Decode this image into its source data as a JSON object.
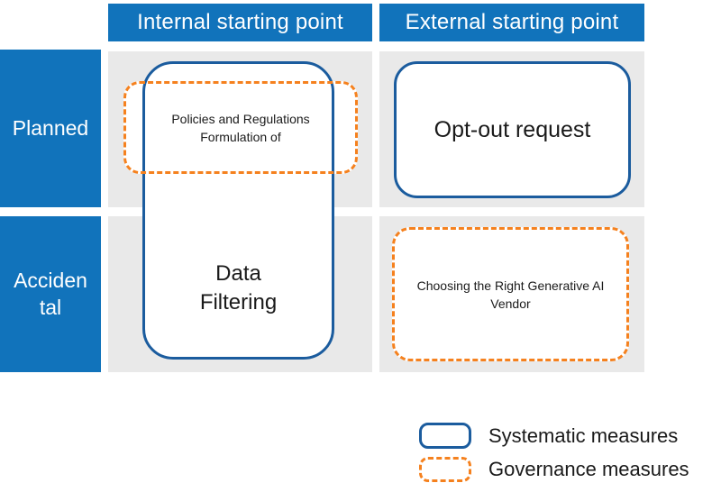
{
  "matrix": {
    "columns": [
      {
        "label": "Internal starting point"
      },
      {
        "label": "External starting point"
      }
    ],
    "rows": [
      {
        "label": "Planned"
      },
      {
        "label": "Acciden\ntal"
      }
    ]
  },
  "boxes": {
    "policies_regulations": "Policies and Regulations\nFormulation of",
    "data_filtering": "Data\nFiltering",
    "opt_out": "Opt-out request",
    "vendor_choice": "Choosing the Right Generative AI\nVendor"
  },
  "legend": {
    "systematic": "Systematic measures",
    "governance": "Governance measures"
  },
  "colors": {
    "header_blue": "#1173bb",
    "systematic_border_blue": "#1b5c9e",
    "governance_orange": "#f5811e",
    "cell_gray": "#e9e9e9",
    "text_dark": "#1a1a1a"
  }
}
